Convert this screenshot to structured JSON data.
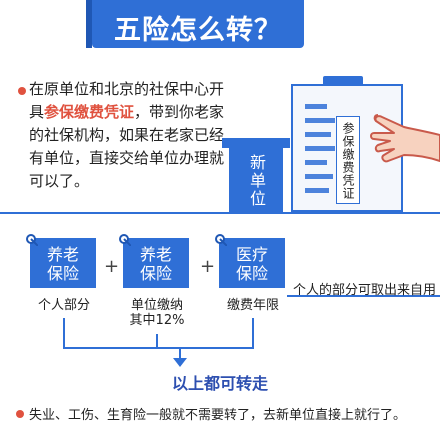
{
  "title": "五险怎么转？",
  "intro": {
    "before": "在原单位和北京的社保中心开具",
    "highlight": "参保缴费凭证",
    "after": "，带到你老家的社保机构，如果在老家已经有单位，直接交给单位办理就可以了。"
  },
  "new_unit_label": "新单位",
  "certificate_label": "参保缴费凭证",
  "insurance": [
    {
      "label": "养老保险",
      "caption": "个人部分"
    },
    {
      "label": "养老保险",
      "caption": "单位缴纳其中12%"
    },
    {
      "label": "医疗保险",
      "caption": "缴费年限"
    }
  ],
  "plus_symbol": "+",
  "medical_note": "个人的部分可取出来自用",
  "summary": "以上都可转走",
  "footer_note": "失业、工伤、生育险一般就不需要转了，去新单位直接上就行了。",
  "colors": {
    "accent_blue": "#2f6fd6",
    "bullet_red": "#e0523f",
    "summary_blue": "#2d4fb0"
  },
  "icons": [
    "hand-pointing-icon",
    "pin-icon",
    "certificate-document-icon"
  ]
}
